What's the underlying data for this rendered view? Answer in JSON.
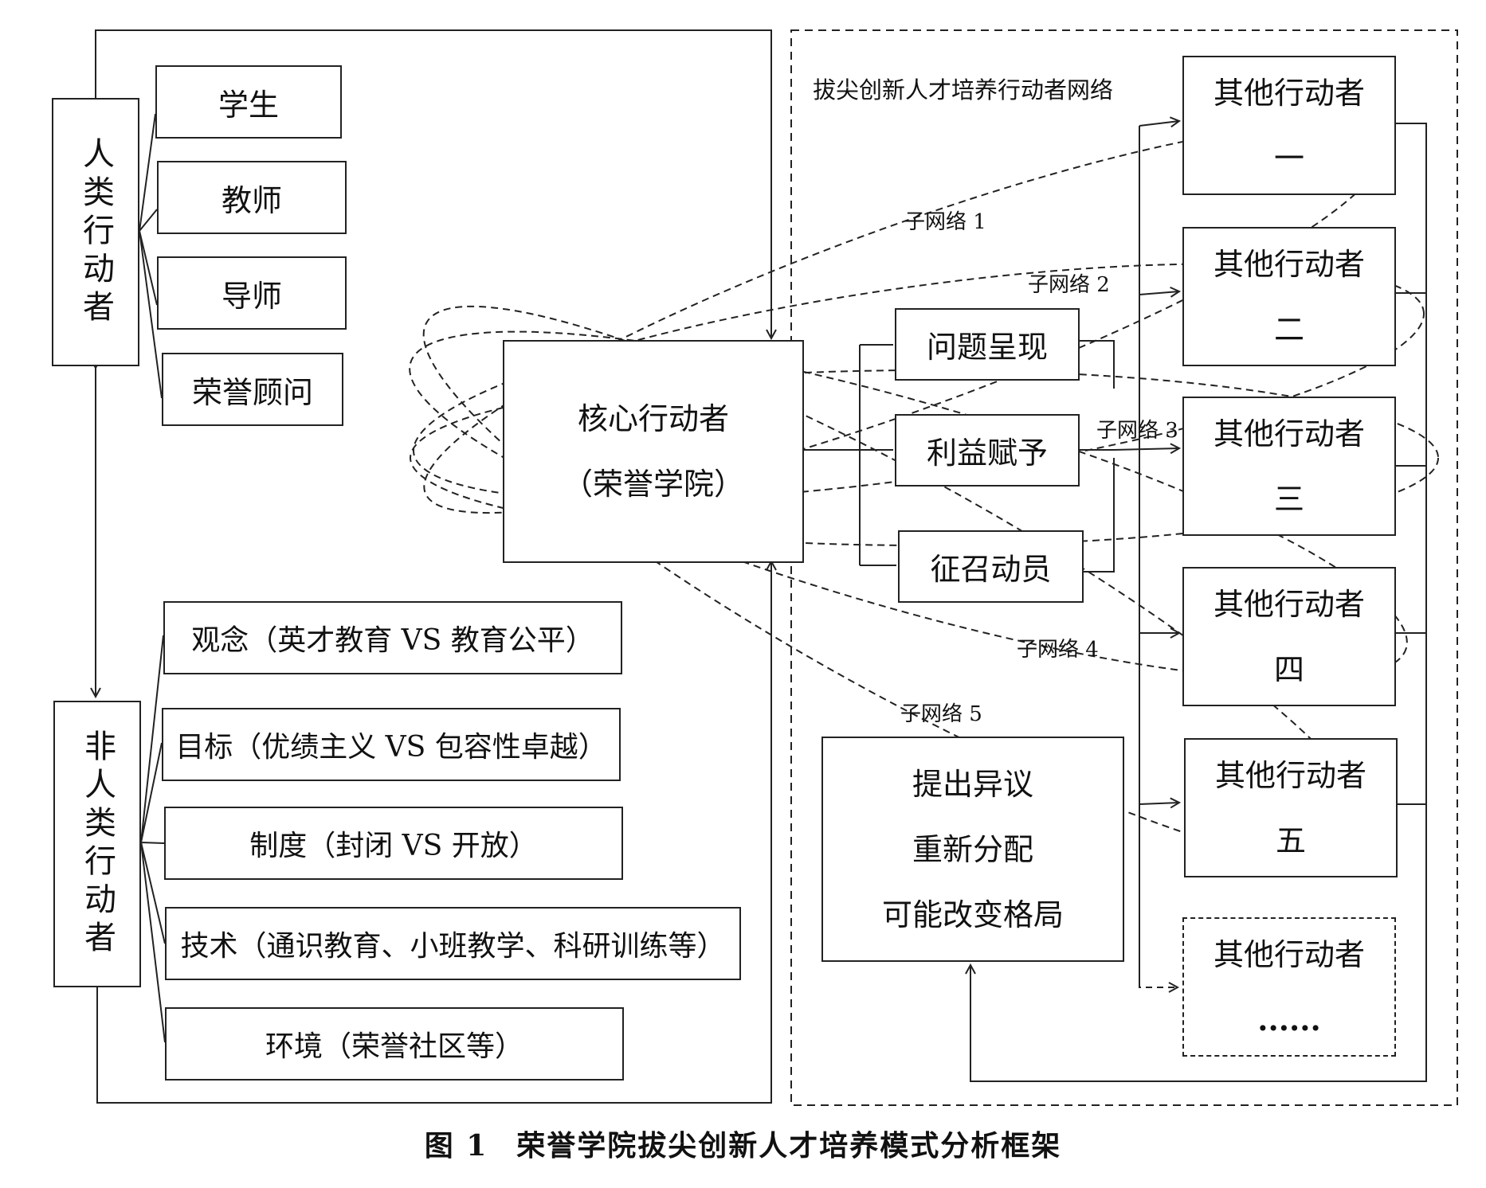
{
  "human_actors": {
    "title": "人类行动者",
    "items": [
      "学生",
      "教师",
      "导师",
      "荣誉顾问"
    ]
  },
  "non_human_actors": {
    "title": "非人类行动者",
    "items": [
      "观念（英才教育 VS 教育公平）",
      "目标（优绩主义 VS 包容性卓越）",
      "制度（封闭 VS 开放）",
      "技术（通识教育、小班教学、科研训练等）",
      "环境（荣誉社区等）"
    ]
  },
  "network": {
    "title": "拔尖创新人才培养行动者网络",
    "core": {
      "line1": "核心行动者",
      "line2": "（荣誉学院）"
    },
    "steps": [
      "问题呈现",
      "利益赋予",
      "征召动员"
    ],
    "dissent": [
      "提出异议",
      "重新分配",
      "可能改变格局"
    ],
    "others": [
      {
        "line1": "其他行动者",
        "line2": "一"
      },
      {
        "line1": "其他行动者",
        "line2": "二"
      },
      {
        "line1": "其他行动者",
        "line2": "三"
      },
      {
        "line1": "其他行动者",
        "line2": "四"
      },
      {
        "line1": "其他行动者",
        "line2": "五"
      },
      {
        "line1": "其他行动者",
        "line2": "......"
      }
    ],
    "subnets": [
      "子网络 1",
      "子网络 2",
      "子网络 3",
      "子网络 4",
      "子网络 5"
    ]
  },
  "caption": {
    "number": "图 1",
    "text": "荣誉学院拔尖创新人才培养模式分析框架"
  }
}
